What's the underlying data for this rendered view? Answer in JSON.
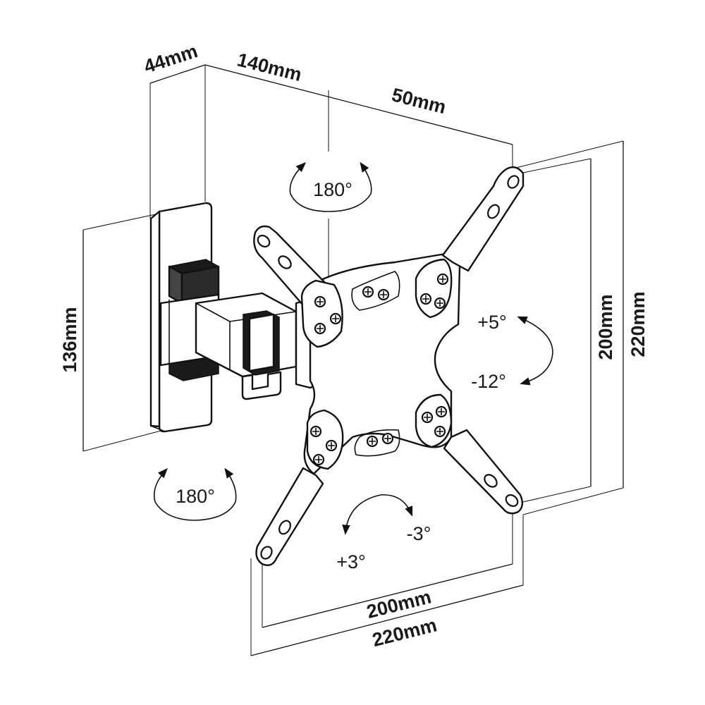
{
  "dimensions": {
    "wall_plate_depth": "44mm",
    "arm_extension": "140mm",
    "vesa_offset": "50mm",
    "plate_height": "136mm",
    "vesa_vertical_inner": "200mm",
    "vesa_vertical_outer": "220mm",
    "vesa_horizontal_inner": "200mm",
    "vesa_horizontal_outer": "220mm"
  },
  "rotations": {
    "arm_swivel": "180°",
    "wall_swivel": "180°",
    "tilt_up": "+5°",
    "tilt_down": "-12°",
    "level_plus": "+3°",
    "level_minus": "-3°"
  },
  "icons": [
    "rotation-arrow-icon",
    "screw-icon"
  ]
}
